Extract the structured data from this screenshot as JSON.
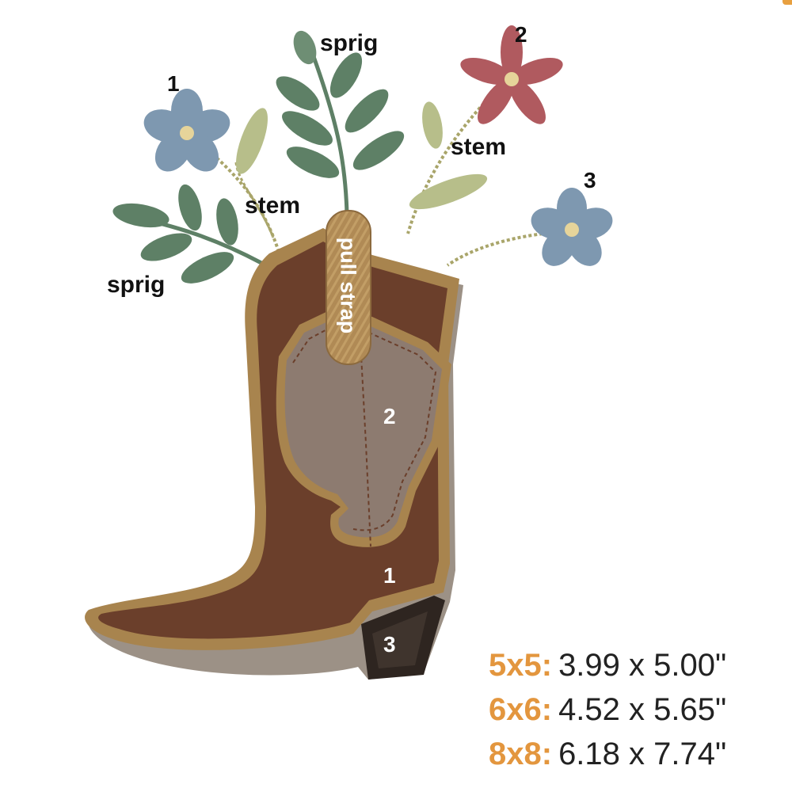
{
  "labels": {
    "sprig_top": "sprig",
    "sprig_left": "sprig",
    "stem_left": "stem",
    "stem_right": "stem",
    "flower_1": "1",
    "flower_2": "2",
    "flower_3": "3",
    "pull_strap": "pull strap",
    "boot_part_1": "1",
    "boot_part_2": "2",
    "boot_part_3": "3"
  },
  "sizes": [
    {
      "key": "5x5:",
      "value": "3.99 x 5.00\""
    },
    {
      "key": "6x6:",
      "value": "4.52 x 5.65\""
    },
    {
      "key": "8x8:",
      "value": "6.18 x 7.74\""
    }
  ],
  "colors": {
    "accent": "#E3963E",
    "boot_dark": "#6B3F2B",
    "boot_trim": "#A8844E",
    "boot_shaft": "#8D7B70",
    "heel": "#2E2520",
    "leaf": "#5E8066",
    "leaf_light": "#B7BE8A",
    "stem": "#A9A56A",
    "flower_blue": "#7E98B0",
    "flower_red": "#B05A5F",
    "flower_center": "#E6D49A"
  }
}
